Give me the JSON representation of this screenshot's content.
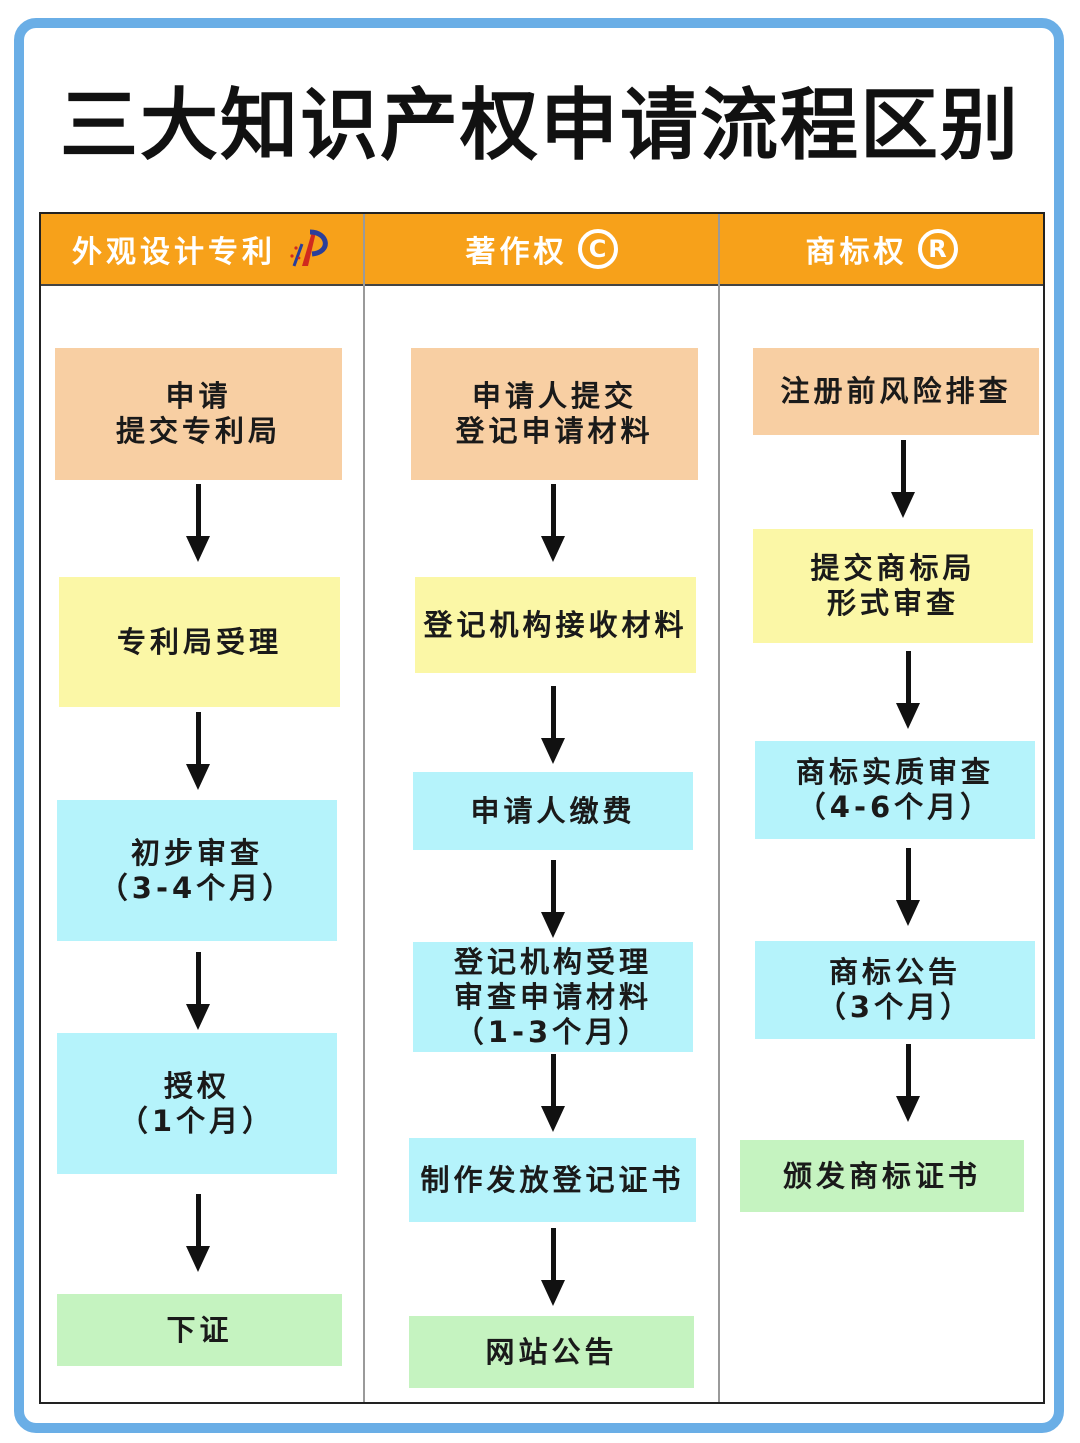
{
  "title": "三大知识产权申请流程区别",
  "colors": {
    "frame": "#6aaee6",
    "header": "#f7a11a",
    "orange_box": "#f8cfa3",
    "yellow_box": "#fbf7a6",
    "cyan_box": "#b5f3fb",
    "green_box": "#c5f3c0"
  },
  "columns": [
    {
      "header": "外观设计专利",
      "icon": "patent-logo-icon",
      "steps": [
        "申请\n提交专利局",
        "专利局受理",
        "初步审查\n（3-4个月）",
        "授权\n（1个月）",
        "下证"
      ]
    },
    {
      "header": "著作权",
      "icon": "copyright-icon",
      "icon_glyph": "C",
      "steps": [
        "申请人提交\n登记申请材料",
        "登记机构接收材料",
        "申请人缴费",
        "登记机构受理\n审查申请材料\n（1-3个月）",
        "制作发放登记证书",
        "网站公告"
      ]
    },
    {
      "header": "商标权",
      "icon": "registered-icon",
      "icon_glyph": "R",
      "steps": [
        "注册前风险排查",
        "提交商标局\n形式审查",
        "商标实质审查\n（4-6个月）",
        "商标公告\n（3个月）",
        "颁发商标证书"
      ]
    }
  ]
}
